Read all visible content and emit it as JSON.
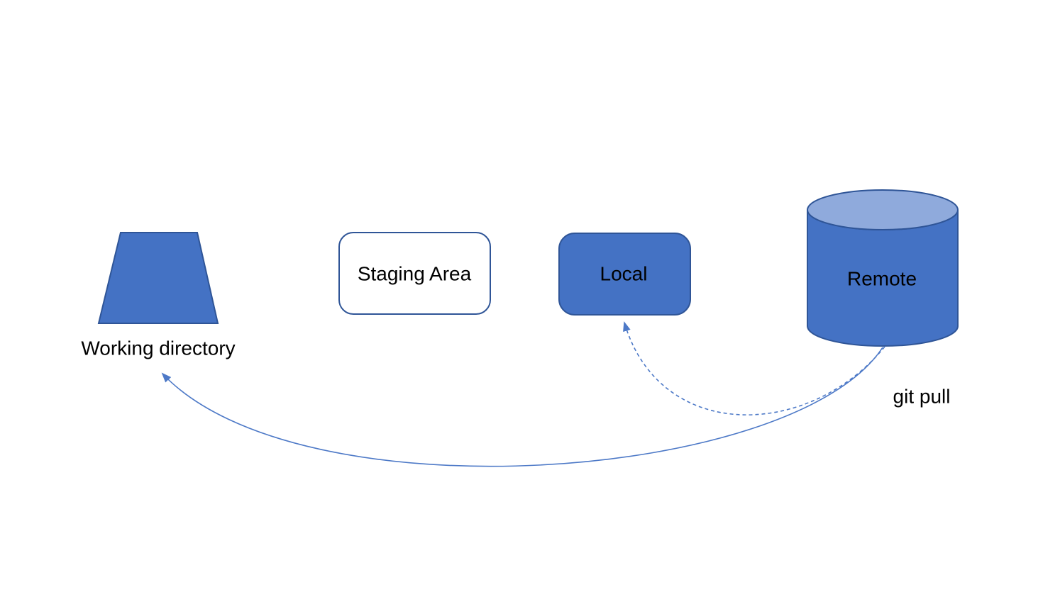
{
  "diagram": {
    "nodes": [
      {
        "id": "working-directory",
        "label": "Working directory",
        "shape": "trapezoid",
        "label_position": "below"
      },
      {
        "id": "staging-area",
        "label": "Staging Area",
        "shape": "rounded-rectangle-outlined",
        "label_position": "inside"
      },
      {
        "id": "local",
        "label": "Local",
        "shape": "rounded-rectangle-filled",
        "label_position": "inside"
      },
      {
        "id": "remote",
        "label": "Remote",
        "shape": "cylinder",
        "label_position": "inside"
      }
    ],
    "edges": [
      {
        "from": "remote",
        "to": "local",
        "style": "dashed-curve",
        "label": ""
      },
      {
        "from": "remote",
        "to": "working-directory",
        "style": "solid-curve",
        "label": "git pull"
      }
    ]
  },
  "colors": {
    "canvas-bg": "#ffffff",
    "shape-fill": "#4472c4",
    "shape-stroke": "#2f5597",
    "cylinder-top-fill": "#8faadc",
    "staging-fill": "#ffffff",
    "arrow-color": "#4d79c7",
    "label-color": "#000000"
  }
}
